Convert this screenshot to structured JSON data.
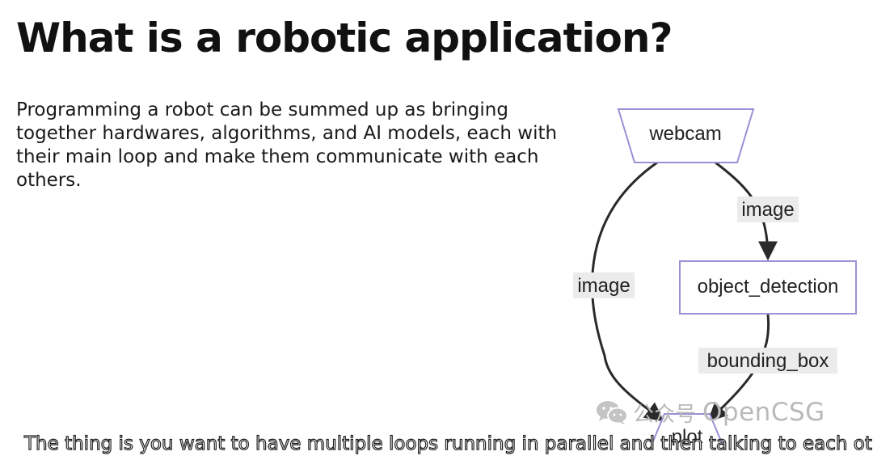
{
  "slide": {
    "title": "What is a robotic application?",
    "intro": "Programming a robot can be summed up as bringing together hardwares, algorithms, and AI models, each with their main loop and make them communicate with each others."
  },
  "diagram": {
    "nodes": {
      "webcam": "webcam",
      "object_detection": "object_detection",
      "plot": "plot"
    },
    "edges": {
      "webcam_to_object_detection": "image",
      "webcam_to_plot": "image",
      "object_detection_to_plot": "bounding_box"
    },
    "colors": {
      "node_stroke": "#9b8fd6",
      "edge": "#2a2a2a"
    }
  },
  "watermark": {
    "icon": "wechat-icon",
    "label_cn": "公众号",
    "brand": "OpenCSG"
  },
  "subtitle": "The thing is you want to have multiple loops running in parallel and then talking to each other"
}
